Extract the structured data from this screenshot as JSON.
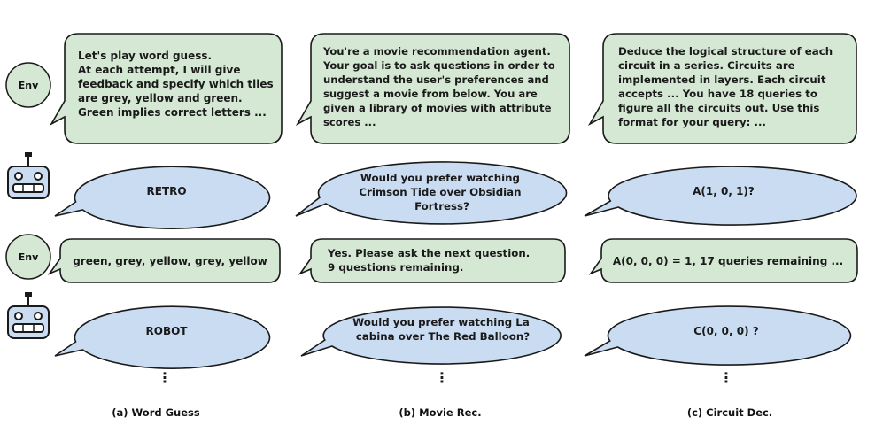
{
  "colors": {
    "env_fill": "#d5e8d4",
    "agent_fill": "#c9dcf2",
    "stroke": "#1a1a1a",
    "robot_fill": "#c9dcf2"
  },
  "avatars": {
    "env_label": "Env",
    "robot_icon": "robot-icon"
  },
  "columns": [
    {
      "caption": "(a) Word Guess",
      "env_prompt": [
        "Let's play word guess.",
        "At each attempt, I will give",
        "feedback and specify which tiles",
        "are grey, yellow and green.",
        "Green implies correct letters ..."
      ],
      "agent_1": [
        "RETRO"
      ],
      "env_reply": [
        "green, grey, yellow, grey, yellow"
      ],
      "agent_2": [
        "ROBOT"
      ],
      "ellipsis": "⋮"
    },
    {
      "caption": "(b) Movie Rec.",
      "env_prompt": [
        "You're a movie recommendation agent.",
        "Your goal is to ask questions in order to",
        "understand the user's preferences and",
        "suggest a movie from below.  You are",
        "given a library of movies with attribute",
        "scores ..."
      ],
      "agent_1": [
        "Would you prefer watching",
        "Crimson Tide over Obsidian",
        "Fortress?"
      ],
      "env_reply": [
        "Yes. Please ask the next question.",
        "9 questions remaining."
      ],
      "agent_2": [
        "Would you prefer watching La",
        "cabina over The Red Balloon?"
      ],
      "ellipsis": "⋮"
    },
    {
      "caption": "(c) Circuit Dec.",
      "env_prompt": [
        "Deduce the logical structure of each",
        "circuit in a series. Circuits are",
        "implemented in layers. Each circuit",
        "accepts ... You have 18 queries to",
        "figure all the circuits out. Use this",
        "format for your query: ..."
      ],
      "agent_1": [
        "A(1, 0, 1)?"
      ],
      "env_reply": [
        "A(0, 0, 0) = 1, 17 queries remaining ..."
      ],
      "agent_2": [
        "C(0, 0, 0) ?"
      ],
      "ellipsis": "⋮"
    }
  ]
}
